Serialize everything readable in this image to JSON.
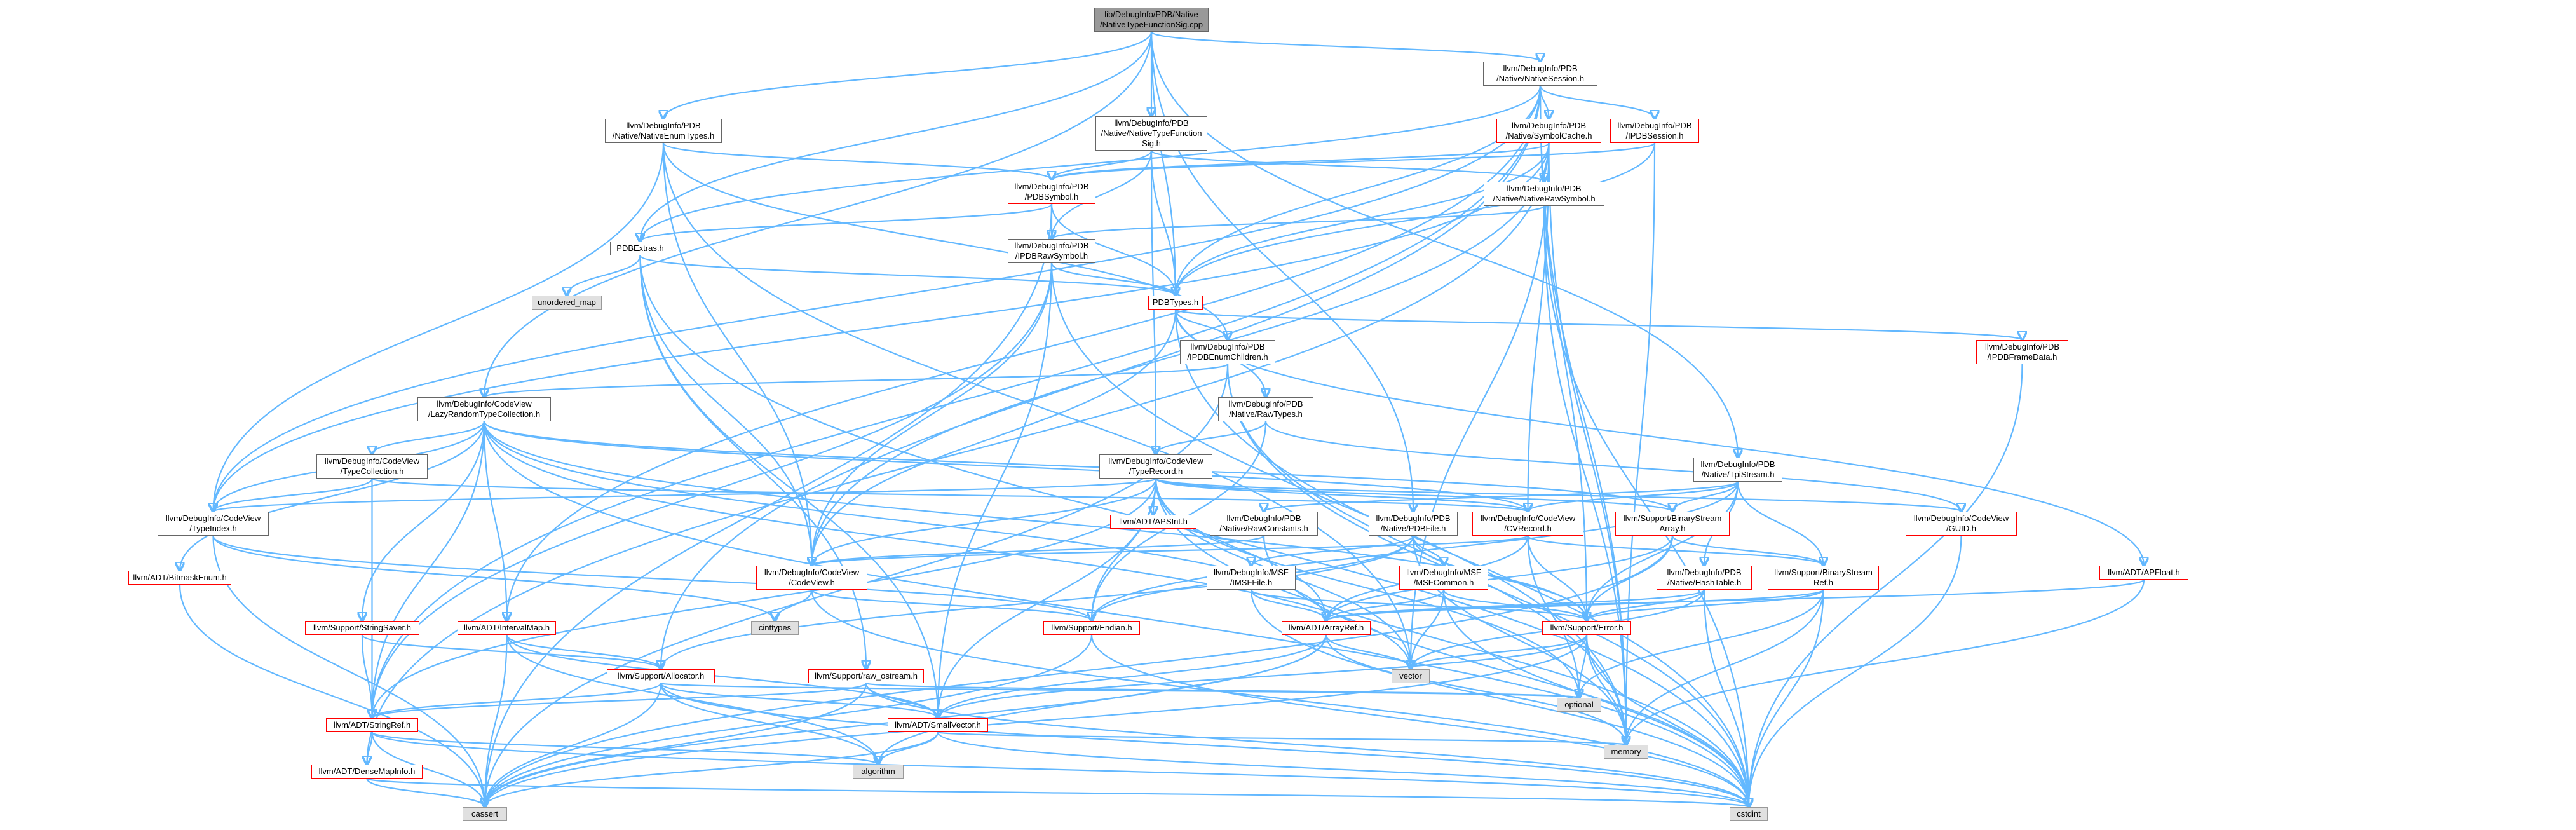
{
  "colors": {
    "edge": "#63b8ff",
    "root_fill": "#999999",
    "system_fill": "#e0e0e0",
    "truncated_border": "#ff0000",
    "normal_border": "#666666"
  },
  "nodes": {
    "root": {
      "label": "lib/DebugInfo/PDB/Native\n/NativeTypeFunctionSig.cpp",
      "kind": "root"
    },
    "native_session": {
      "label": "llvm/DebugInfo/PDB\n/Native/NativeSession.h",
      "kind": "normal"
    },
    "native_enum_types": {
      "label": "llvm/DebugInfo/PDB\n/Native/NativeEnumTypes.h",
      "kind": "normal"
    },
    "native_type_func_sig": {
      "label": "llvm/DebugInfo/PDB\n/Native/NativeTypeFunction\nSig.h",
      "kind": "normal"
    },
    "symbol_cache": {
      "label": "llvm/DebugInfo/PDB\n/Native/SymbolCache.h",
      "kind": "trunc"
    },
    "ipdb_session": {
      "label": "llvm/DebugInfo/PDB\n/IPDBSession.h",
      "kind": "trunc"
    },
    "pdb_symbol": {
      "label": "llvm/DebugInfo/PDB\n/PDBSymbol.h",
      "kind": "trunc"
    },
    "native_raw_symbol": {
      "label": "llvm/DebugInfo/PDB\n/Native/NativeRawSymbol.h",
      "kind": "normal"
    },
    "pdb_extras": {
      "label": "PDBExtras.h",
      "kind": "normal"
    },
    "ipdb_raw_symbol": {
      "label": "llvm/DebugInfo/PDB\n/IPDBRawSymbol.h",
      "kind": "normal"
    },
    "unordered_map": {
      "label": "unordered_map",
      "kind": "sys"
    },
    "pdb_types": {
      "label": "PDBTypes.h",
      "kind": "trunc"
    },
    "ipdb_enum_children": {
      "label": "llvm/DebugInfo/PDB\n/IPDBEnumChildren.h",
      "kind": "normal"
    },
    "ipdb_frame_data": {
      "label": "llvm/DebugInfo/PDB\n/IPDBFrameData.h",
      "kind": "trunc"
    },
    "lazy_random": {
      "label": "llvm/DebugInfo/CodeView\n/LazyRandomTypeCollection.h",
      "kind": "normal"
    },
    "raw_types": {
      "label": "llvm/DebugInfo/PDB\n/Native/RawTypes.h",
      "kind": "normal"
    },
    "tpi_stream": {
      "label": "llvm/DebugInfo/PDB\n/Native/TpiStream.h",
      "kind": "normal"
    },
    "type_collection": {
      "label": "llvm/DebugInfo/CodeView\n/TypeCollection.h",
      "kind": "normal"
    },
    "type_record": {
      "label": "llvm/DebugInfo/CodeView\n/TypeRecord.h",
      "kind": "normal"
    },
    "type_index": {
      "label": "llvm/DebugInfo/CodeView\n/TypeIndex.h",
      "kind": "normal"
    },
    "apsint": {
      "label": "llvm/ADT/APSInt.h",
      "kind": "trunc"
    },
    "raw_constants": {
      "label": "llvm/DebugInfo/PDB\n/Native/RawConstants.h",
      "kind": "normal"
    },
    "pdb_file": {
      "label": "llvm/DebugInfo/PDB\n/Native/PDBFile.h",
      "kind": "normal"
    },
    "cv_record": {
      "label": "llvm/DebugInfo/CodeView\n/CVRecord.h",
      "kind": "trunc"
    },
    "binary_stream_array": {
      "label": "llvm/Support/BinaryStream\nArray.h",
      "kind": "trunc"
    },
    "guid": {
      "label": "llvm/DebugInfo/CodeView\n/GUID.h",
      "kind": "trunc"
    },
    "bitmask_enum": {
      "label": "llvm/ADT/BitmaskEnum.h",
      "kind": "trunc"
    },
    "codeview": {
      "label": "llvm/DebugInfo/CodeView\n/CodeView.h",
      "kind": "trunc"
    },
    "msf_file": {
      "label": "llvm/DebugInfo/MSF\n/IMSFFile.h",
      "kind": "normal"
    },
    "msf_common": {
      "label": "llvm/DebugInfo/MSF\n/MSFCommon.h",
      "kind": "trunc"
    },
    "hash_table": {
      "label": "llvm/DebugInfo/PDB\n/Native/HashTable.h",
      "kind": "trunc"
    },
    "binary_stream_ref": {
      "label": "llvm/Support/BinaryStream\nRef.h",
      "kind": "trunc"
    },
    "apfloat": {
      "label": "llvm/ADT/APFloat.h",
      "kind": "trunc"
    },
    "cinttypes": {
      "label": "cinttypes",
      "kind": "sys"
    },
    "string_saver": {
      "label": "llvm/Support/StringSaver.h",
      "kind": "trunc"
    },
    "interval_map": {
      "label": "llvm/ADT/IntervalMap.h",
      "kind": "trunc"
    },
    "endian": {
      "label": "llvm/Support/Endian.h",
      "kind": "trunc"
    },
    "array_ref": {
      "label": "llvm/ADT/ArrayRef.h",
      "kind": "trunc"
    },
    "error": {
      "label": "llvm/Support/Error.h",
      "kind": "trunc"
    },
    "allocator": {
      "label": "llvm/Support/Allocator.h",
      "kind": "trunc"
    },
    "raw_ostream": {
      "label": "llvm/Support/raw_ostream.h",
      "kind": "trunc"
    },
    "vector": {
      "label": "vector",
      "kind": "sys"
    },
    "optional": {
      "label": "optional",
      "kind": "sys"
    },
    "string_ref": {
      "label": "llvm/ADT/StringRef.h",
      "kind": "trunc"
    },
    "small_vector": {
      "label": "llvm/ADT/SmallVector.h",
      "kind": "trunc"
    },
    "algorithm": {
      "label": "algorithm",
      "kind": "sys"
    },
    "memory": {
      "label": "memory",
      "kind": "sys"
    },
    "dense_map_info": {
      "label": "llvm/ADT/DenseMapInfo.h",
      "kind": "trunc"
    },
    "cassert": {
      "label": "cassert",
      "kind": "sys"
    },
    "cstdint": {
      "label": "cstdint",
      "kind": "sys"
    }
  },
  "edges": [
    [
      "root",
      "native_session"
    ],
    [
      "root",
      "native_enum_types"
    ],
    [
      "root",
      "native_type_func_sig"
    ],
    [
      "root",
      "pdb_extras"
    ],
    [
      "root",
      "native_pdb_file_dummy"
    ],
    [
      "root",
      "tpi_stream"
    ],
    [
      "root",
      "pdb_file"
    ],
    [
      "root",
      "lazy_random"
    ],
    [
      "root",
      "pdb_types"
    ],
    [
      "native_session",
      "symbol_cache"
    ],
    [
      "native_session",
      "ipdb_session"
    ],
    [
      "native_session",
      "pdb_types"
    ],
    [
      "native_session",
      "string_ref"
    ],
    [
      "native_session",
      "allocator"
    ],
    [
      "native_session",
      "error"
    ],
    [
      "native_session",
      "memory"
    ],
    [
      "native_session",
      "pdb_extras"
    ],
    [
      "native_session",
      "type_index"
    ],
    [
      "native_enum_types",
      "pdb_symbol"
    ],
    [
      "native_enum_types",
      "ipdb_enum_children"
    ],
    [
      "native_enum_types",
      "codeview"
    ],
    [
      "native_enum_types",
      "type_index"
    ],
    [
      "native_enum_types",
      "vector"
    ],
    [
      "native_type_func_sig",
      "native_raw_symbol"
    ],
    [
      "native_type_func_sig",
      "ipdb_raw_symbol"
    ],
    [
      "native_type_func_sig",
      "pdb_types"
    ],
    [
      "native_type_func_sig",
      "type_record"
    ],
    [
      "native_type_func_sig",
      "pdb_symbol"
    ],
    [
      "symbol_cache",
      "native_raw_symbol"
    ],
    [
      "symbol_cache",
      "pdb_types"
    ],
    [
      "symbol_cache",
      "codeview"
    ],
    [
      "symbol_cache",
      "cv_record"
    ],
    [
      "symbol_cache",
      "type_index"
    ],
    [
      "symbol_cache",
      "memory"
    ],
    [
      "symbol_cache",
      "vector"
    ],
    [
      "symbol_cache",
      "dense_map_info"
    ],
    [
      "symbol_cache",
      "pdb_symbol"
    ],
    [
      "ipdb_session",
      "pdb_types"
    ],
    [
      "ipdb_session",
      "pdb_symbol"
    ],
    [
      "ipdb_session",
      "memory"
    ],
    [
      "pdb_symbol",
      "ipdb_raw_symbol"
    ],
    [
      "pdb_symbol",
      "pdb_extras"
    ],
    [
      "pdb_symbol",
      "pdb_types"
    ],
    [
      "pdb_symbol",
      "cassert"
    ],
    [
      "native_raw_symbol",
      "ipdb_raw_symbol"
    ],
    [
      "native_raw_symbol",
      "cstdint"
    ],
    [
      "native_raw_symbol",
      "memory"
    ],
    [
      "pdb_extras",
      "unordered_map"
    ],
    [
      "pdb_extras",
      "pdb_types"
    ],
    [
      "pdb_extras",
      "codeview"
    ],
    [
      "pdb_extras",
      "raw_ostream"
    ],
    [
      "pdb_extras",
      "cstdint"
    ],
    [
      "pdb_extras",
      "small_vector"
    ],
    [
      "ipdb_raw_symbol",
      "pdb_types"
    ],
    [
      "ipdb_raw_symbol",
      "codeview"
    ],
    [
      "ipdb_raw_symbol",
      "small_vector"
    ],
    [
      "ipdb_raw_symbol",
      "memory"
    ],
    [
      "ipdb_raw_symbol",
      "string_ref"
    ],
    [
      "pdb_types",
      "ipdb_enum_children"
    ],
    [
      "pdb_types",
      "ipdb_frame_data"
    ],
    [
      "pdb_types",
      "raw_types"
    ],
    [
      "pdb_types",
      "codeview"
    ],
    [
      "pdb_types",
      "apfloat"
    ],
    [
      "pdb_types",
      "cstdint"
    ],
    [
      "ipdb_enum_children",
      "lazy_random"
    ],
    [
      "ipdb_enum_children",
      "cassert"
    ],
    [
      "ipdb_enum_children",
      "memory"
    ],
    [
      "ipdb_enum_children",
      "cstdint"
    ],
    [
      "ipdb_frame_data",
      "cstdint"
    ],
    [
      "lazy_random",
      "type_collection"
    ],
    [
      "lazy_random",
      "type_index"
    ],
    [
      "lazy_random",
      "array_ref"
    ],
    [
      "lazy_random",
      "binary_stream_array"
    ],
    [
      "lazy_random",
      "string_ref"
    ],
    [
      "lazy_random",
      "error"
    ],
    [
      "lazy_random",
      "cstdint"
    ],
    [
      "lazy_random",
      "vector"
    ],
    [
      "lazy_random",
      "cv_record"
    ],
    [
      "lazy_random",
      "string_saver"
    ],
    [
      "raw_types",
      "type_record"
    ],
    [
      "raw_types",
      "guid"
    ],
    [
      "raw_types",
      "endian"
    ],
    [
      "tpi_stream",
      "hash_table"
    ],
    [
      "tpi_stream",
      "raw_constants"
    ],
    [
      "tpi_stream",
      "binary_stream_array"
    ],
    [
      "tpi_stream",
      "binary_stream_ref"
    ],
    [
      "tpi_stream",
      "cv_record"
    ],
    [
      "tpi_stream",
      "error"
    ],
    [
      "tpi_stream",
      "endian"
    ],
    [
      "type_collection",
      "type_index"
    ],
    [
      "type_collection",
      "string_ref"
    ],
    [
      "type_collection",
      "cv_record"
    ],
    [
      "type_record",
      "apsint"
    ],
    [
      "type_record",
      "array_ref"
    ],
    [
      "type_record",
      "codeview"
    ],
    [
      "type_record",
      "cv_record"
    ],
    [
      "type_record",
      "guid"
    ],
    [
      "type_record",
      "type_index"
    ],
    [
      "type_record",
      "binary_stream_array"
    ],
    [
      "type_record",
      "endian"
    ],
    [
      "type_record",
      "optional"
    ],
    [
      "type_record",
      "string_ref"
    ],
    [
      "type_record",
      "cstdint"
    ],
    [
      "type_record",
      "vector"
    ],
    [
      "type_record",
      "small_vector"
    ],
    [
      "type_index",
      "endian"
    ],
    [
      "type_index",
      "cassert"
    ],
    [
      "type_index",
      "cinttypes"
    ],
    [
      "raw_constants",
      "codeview"
    ],
    [
      "raw_constants",
      "cstdint"
    ],
    [
      "pdb_file",
      "msf_file"
    ],
    [
      "pdb_file",
      "msf_common"
    ],
    [
      "pdb_file",
      "endian"
    ],
    [
      "pdb_file",
      "error"
    ],
    [
      "pdb_file",
      "allocator"
    ],
    [
      "pdb_file",
      "memory"
    ],
    [
      "cv_record",
      "codeview"
    ],
    [
      "cv_record",
      "array_ref"
    ],
    [
      "cv_record",
      "error"
    ],
    [
      "cv_record",
      "binary_stream_ref"
    ],
    [
      "cv_record",
      "optional"
    ],
    [
      "binary_stream_array",
      "binary_stream_ref"
    ],
    [
      "binary_stream_array",
      "error"
    ],
    [
      "binary_stream_array",
      "array_ref"
    ],
    [
      "binary_stream_array",
      "cassert"
    ],
    [
      "guid",
      "cstdint"
    ],
    [
      "bitmask_enum",
      "cassert"
    ],
    [
      "codeview",
      "endian"
    ],
    [
      "codeview",
      "cinttypes"
    ],
    [
      "codeview",
      "cstdint"
    ],
    [
      "msf_file",
      "error"
    ],
    [
      "msf_file",
      "array_ref"
    ],
    [
      "msf_file",
      "cstdint"
    ],
    [
      "msf_common",
      "array_ref"
    ],
    [
      "msf_common",
      "error"
    ],
    [
      "msf_common",
      "cstdint"
    ],
    [
      "msf_common",
      "vector"
    ],
    [
      "hash_table",
      "array_ref"
    ],
    [
      "hash_table",
      "error"
    ],
    [
      "hash_table",
      "cstdint"
    ],
    [
      "hash_table",
      "vector"
    ],
    [
      "binary_stream_ref",
      "array_ref"
    ],
    [
      "binary_stream_ref",
      "error"
    ],
    [
      "binary_stream_ref",
      "cstdint"
    ],
    [
      "binary_stream_ref",
      "memory"
    ],
    [
      "binary_stream_ref",
      "optional"
    ],
    [
      "apfloat",
      "array_ref"
    ],
    [
      "apfloat",
      "memory"
    ],
    [
      "string_saver",
      "allocator"
    ],
    [
      "string_saver",
      "string_ref"
    ],
    [
      "interval_map",
      "allocator"
    ],
    [
      "interval_map",
      "small_vector"
    ],
    [
      "interval_map",
      "algorithm"
    ],
    [
      "interval_map",
      "cassert"
    ],
    [
      "endian",
      "cassert"
    ],
    [
      "endian",
      "cstdint"
    ],
    [
      "array_ref",
      "small_vector"
    ],
    [
      "array_ref",
      "algorithm"
    ],
    [
      "array_ref",
      "cassert"
    ],
    [
      "array_ref",
      "memory"
    ],
    [
      "array_ref",
      "vector"
    ],
    [
      "error",
      "small_vector"
    ],
    [
      "error",
      "cassert"
    ],
    [
      "error",
      "cstdint"
    ],
    [
      "error",
      "memory"
    ],
    [
      "error",
      "optional"
    ],
    [
      "error",
      "vector"
    ],
    [
      "allocator",
      "small_vector"
    ],
    [
      "allocator",
      "algorithm"
    ],
    [
      "allocator",
      "cassert"
    ],
    [
      "allocator",
      "cstdint"
    ],
    [
      "allocator",
      "optional"
    ],
    [
      "allocator",
      "string_ref"
    ],
    [
      "raw_ostream",
      "small_vector"
    ],
    [
      "raw_ostream",
      "cassert"
    ],
    [
      "raw_ostream",
      "cstdint"
    ],
    [
      "raw_ostream",
      "optional"
    ],
    [
      "raw_ostream",
      "string_ref"
    ],
    [
      "string_ref",
      "dense_map_info"
    ],
    [
      "string_ref",
      "algorithm"
    ],
    [
      "string_ref",
      "cassert"
    ],
    [
      "string_ref",
      "cstdint"
    ],
    [
      "small_vector",
      "algorithm"
    ],
    [
      "small_vector",
      "cassert"
    ],
    [
      "small_vector",
      "cstdint"
    ],
    [
      "small_vector",
      "memory"
    ],
    [
      "dense_map_info",
      "cassert"
    ],
    [
      "dense_map_info",
      "cstdint"
    ],
    [
      "lazy_random",
      "interval_map"
    ],
    [
      "lazy_random",
      "bitmask_enum"
    ],
    [
      "native_session",
      "interval_map"
    ]
  ]
}
